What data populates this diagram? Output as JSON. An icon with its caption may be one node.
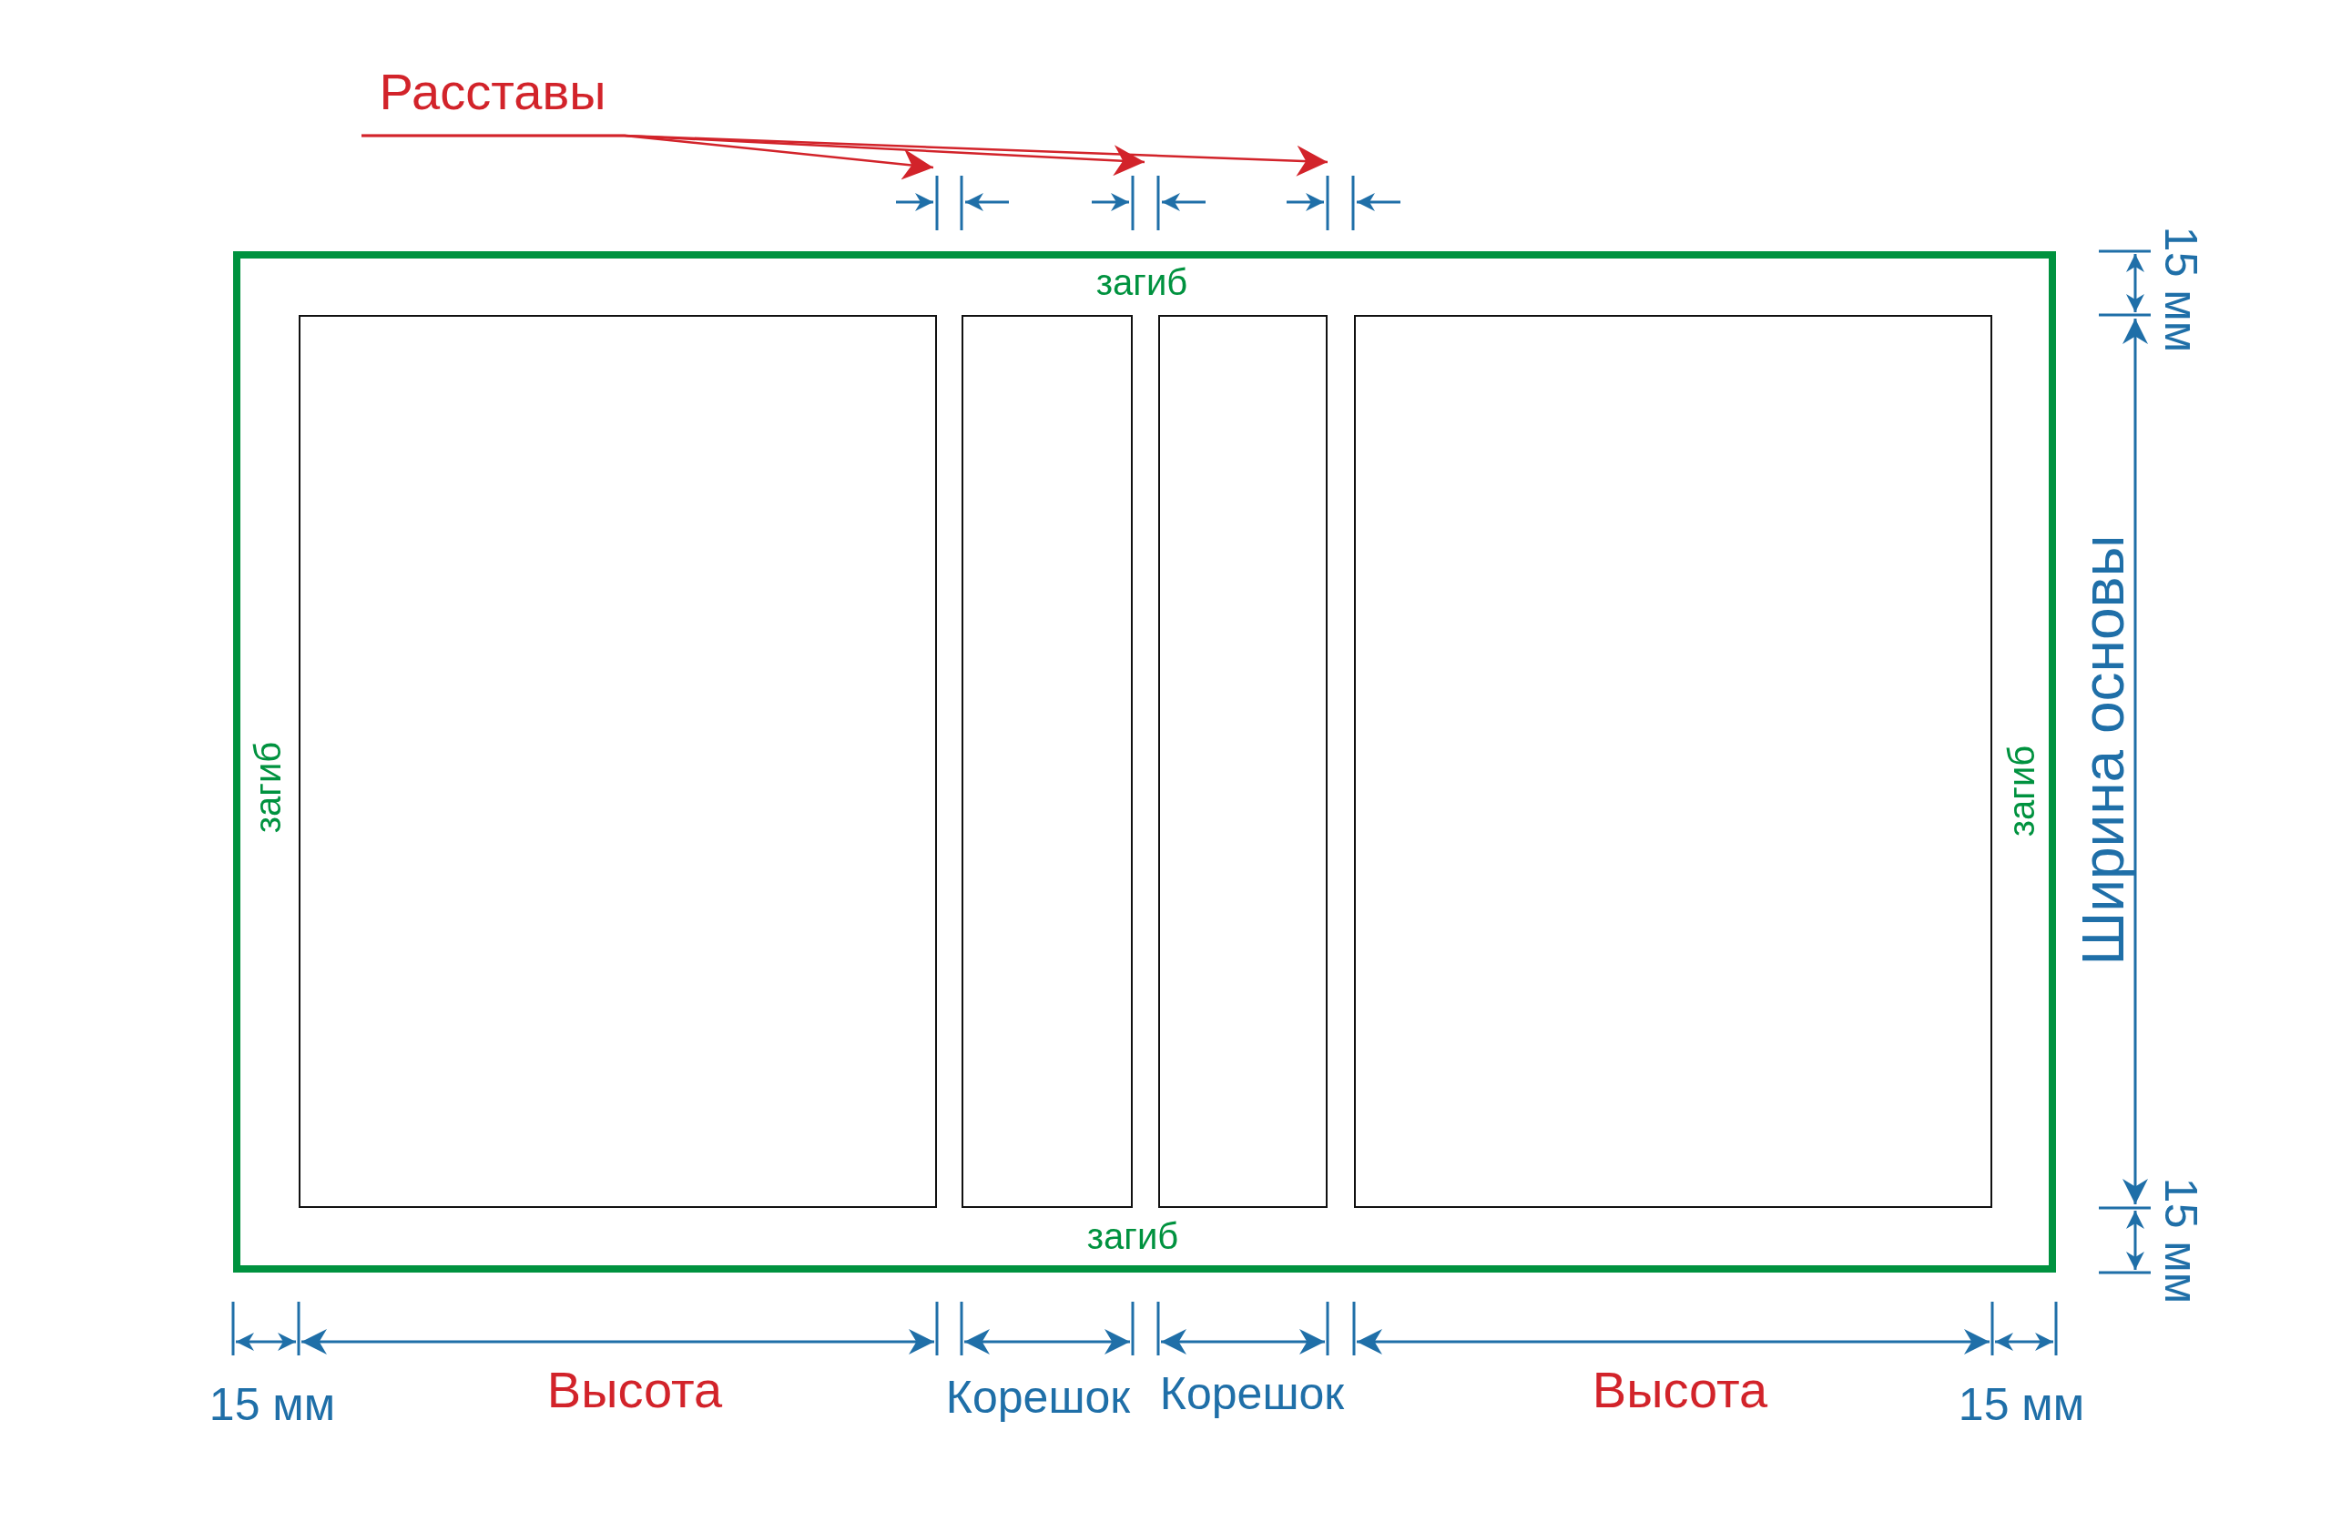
{
  "diagram": {
    "nodes": [
      {
        "text": [
          "загиб",
          "загиб",
          "загиб",
          "загиб"
        ]
      },
      {
        "text": [],
        "shape": "box",
        "in": 0
      },
      {
        "text": [],
        "shape": "box",
        "in": 0
      },
      {
        "text": [],
        "shape": "box",
        "in": 0
      },
      {
        "text": [],
        "shape": "box",
        "in": 0
      },
      {
        "text": [
          "Расставы"
        ]
      }
    ],
    "edges": [
      {
        "from": 5,
        "to": null,
        "arrow": "to"
      },
      {
        "from": 5,
        "to": null,
        "arrow": "to"
      },
      {
        "from": 5,
        "to": null,
        "arrow": "to"
      }
    ],
    "labels": [
      "15 мм",
      "Ширина основы",
      "15 мм",
      "15 мм",
      "Высота",
      "Корешок",
      "Корешок",
      "Высота",
      "15 мм"
    ]
  }
}
